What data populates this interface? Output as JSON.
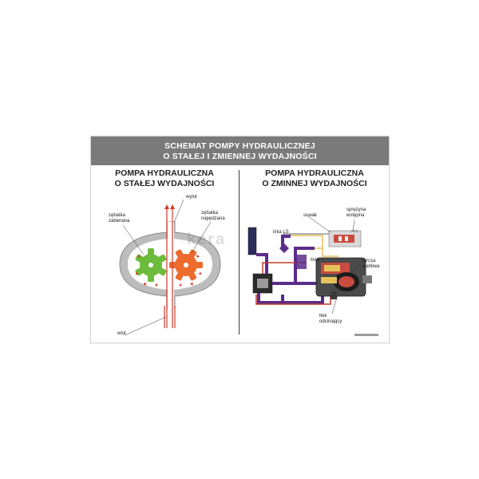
{
  "title": {
    "line1": "SCHEMAT POMPY HYDRAULICZNEJ",
    "line2": "O STAŁEJ I ZMIENNEJ WYDAJNOŚCI"
  },
  "left": {
    "heading_line1": "POMPA HYDRAULICZNA",
    "heading_line2": "O STAŁEJ WYDAJNOŚCI",
    "labels": {
      "outlet": "wylot",
      "driven_gear_1": "zębatka",
      "driven_gear_2": "zabierana",
      "drive_gear_1": "zębatka",
      "drive_gear_2": "napędzana",
      "inlet": "wlot"
    }
  },
  "right": {
    "heading_line1": "POMPA HYDRAULICZNA",
    "heading_line2": "O ZMINNEJ WYDAJNOŚCI",
    "labels": {
      "spool": "suwak",
      "spring_1": "sprężyna",
      "spring_2": "wstępna",
      "ls_line": "linia LS",
      "line": "linia",
      "swash_1": "tarcza",
      "swash_2": "wahliwa",
      "cutoff_1": "tłok",
      "cutoff_2": "odcinający"
    }
  },
  "watermark": "kera",
  "colors": {
    "banner": "#7a7a7a",
    "green_gear": "#6dbb3c",
    "orange_gear": "#ec6b2d",
    "arrow": "#d33a2c",
    "housing": "#bdbdbd",
    "purple_line": "#5a2d8a",
    "red_line": "#c0392b",
    "yellow_line": "#e5c25a"
  }
}
